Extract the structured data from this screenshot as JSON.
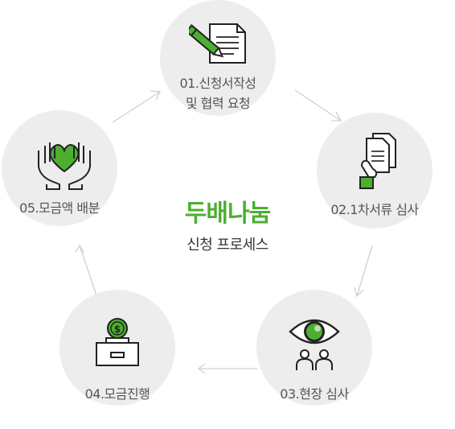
{
  "center": {
    "title": "두배나눔",
    "subtitle": "신청 프로세스"
  },
  "steps": [
    {
      "label_lines": [
        "01.신청서작성",
        "및 협력 요청"
      ],
      "icon": "pencil-document-icon"
    },
    {
      "label_lines": [
        "02.1차서류 심사"
      ],
      "icon": "hand-holding-document-icon"
    },
    {
      "label_lines": [
        "03.현장 심사"
      ],
      "icon": "eye-people-icon"
    },
    {
      "label_lines": [
        "04.모금진행"
      ],
      "icon": "coin-donation-box-icon"
    },
    {
      "label_lines": [
        "05.모금액 배분"
      ],
      "icon": "hands-heart-icon"
    }
  ],
  "colors": {
    "accent": "#4caf2f",
    "circle": "#ededed",
    "arrow": "#cfcfcf",
    "text": "#555555",
    "icon_stroke": "#222222"
  }
}
